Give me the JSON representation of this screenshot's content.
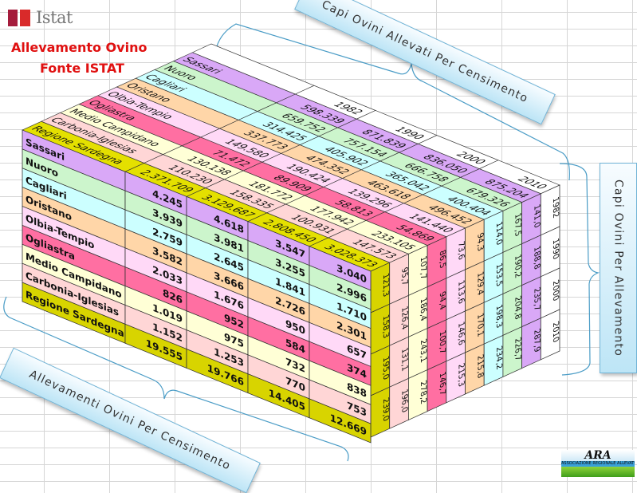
{
  "logo": {
    "text": "Istat"
  },
  "title": {
    "line1": "Allevamento Ovino",
    "line2": "Fonte ISTAT"
  },
  "callouts": {
    "top": "Capi Ovini Allevati Per Censimento",
    "right": "Capi Ovini Per Allevamento",
    "bottom": "Allevamenti Ovini Per Censimento"
  },
  "ara_logo": {
    "text": "ARA",
    "subtitle": "ASSOCIAZIONE REGIONALE ALLEVATORI DELLA SARDEGNA"
  },
  "years": [
    "1982",
    "1990",
    "2000",
    "2010"
  ],
  "regions": [
    {
      "name": "Sassari",
      "color": "#d9a8f7",
      "allevamenti": [
        "4.245",
        "4.618",
        "3.547",
        "3.040"
      ],
      "capi": [
        "598.339",
        "871.839",
        "836.050",
        "875.204"
      ],
      "capi_per_allevamento": [
        "141,0",
        "188,8",
        "235,7",
        "287,9"
      ]
    },
    {
      "name": "Nuoro",
      "color": "#ccf5cc",
      "allevamenti": [
        "3.939",
        "3.981",
        "3.255",
        "2.996"
      ],
      "capi": [
        "659.752",
        "757.154",
        "666.758",
        "679.326"
      ],
      "capi_per_allevamento": [
        "167,5",
        "190,2",
        "204,8",
        "226,7"
      ]
    },
    {
      "name": "Cagliari",
      "color": "#ccffff",
      "allevamenti": [
        "2.759",
        "2.645",
        "1.841",
        "1.710"
      ],
      "capi": [
        "314.425",
        "405.902",
        "365.042",
        "400.404"
      ],
      "capi_per_allevamento": [
        "114,0",
        "153,5",
        "198,3",
        "234,2"
      ]
    },
    {
      "name": "Oristano",
      "color": "#ffd6a8",
      "allevamenti": [
        "3.582",
        "3.666",
        "2.726",
        "2.301"
      ],
      "capi": [
        "337.773",
        "474.352",
        "463.618",
        "496.452"
      ],
      "capi_per_allevamento": [
        "94,3",
        "129,4",
        "170,1",
        "215,8"
      ]
    },
    {
      "name": "Olbia-Tempio",
      "color": "#ffd9f7",
      "allevamenti": [
        "2.033",
        "1.676",
        "950",
        "657"
      ],
      "capi": [
        "149.580",
        "190.424",
        "139.296",
        "141.440"
      ],
      "capi_per_allevamento": [
        "73,6",
        "113,6",
        "146,6",
        "215,3"
      ]
    },
    {
      "name": "Ogliastra",
      "color": "#ff6fa2",
      "allevamenti": [
        "826",
        "952",
        "584",
        "374"
      ],
      "capi": [
        "71.472",
        "89.909",
        "58.813",
        "54.869"
      ],
      "capi_per_allevamento": [
        "86,5",
        "94,4",
        "100,7",
        "146,7"
      ]
    },
    {
      "name": "Medio Campidano",
      "color": "#ffffd6",
      "allevamenti": [
        "1.019",
        "975",
        "732",
        "838"
      ],
      "capi": [
        "130.138",
        "181.772",
        "177.942",
        "233.105"
      ],
      "capi_per_allevamento": [
        "107,7",
        "186,4",
        "243,1",
        "278,2"
      ]
    },
    {
      "name": "Carbonia-Iglesias",
      "color": "#ffd6d6",
      "allevamenti": [
        "1.152",
        "1.253",
        "770",
        "753"
      ],
      "capi": [
        "110.230",
        "158.335",
        "100.931",
        "147.573"
      ],
      "capi_per_allevamento": [
        "95,7",
        "126,4",
        "131,1",
        "196,0"
      ]
    },
    {
      "name": "Regione Sardegna",
      "color": "#d8d400",
      "allevamenti": [
        "19.555",
        "19.766",
        "14.405",
        "12.669"
      ],
      "capi": [
        "2.371.709",
        "3.129.687",
        "2.808.450",
        "3.028.373"
      ],
      "capi_per_allevamento": [
        "121,3",
        "158,3",
        "195,0",
        "239,0"
      ]
    }
  ]
}
